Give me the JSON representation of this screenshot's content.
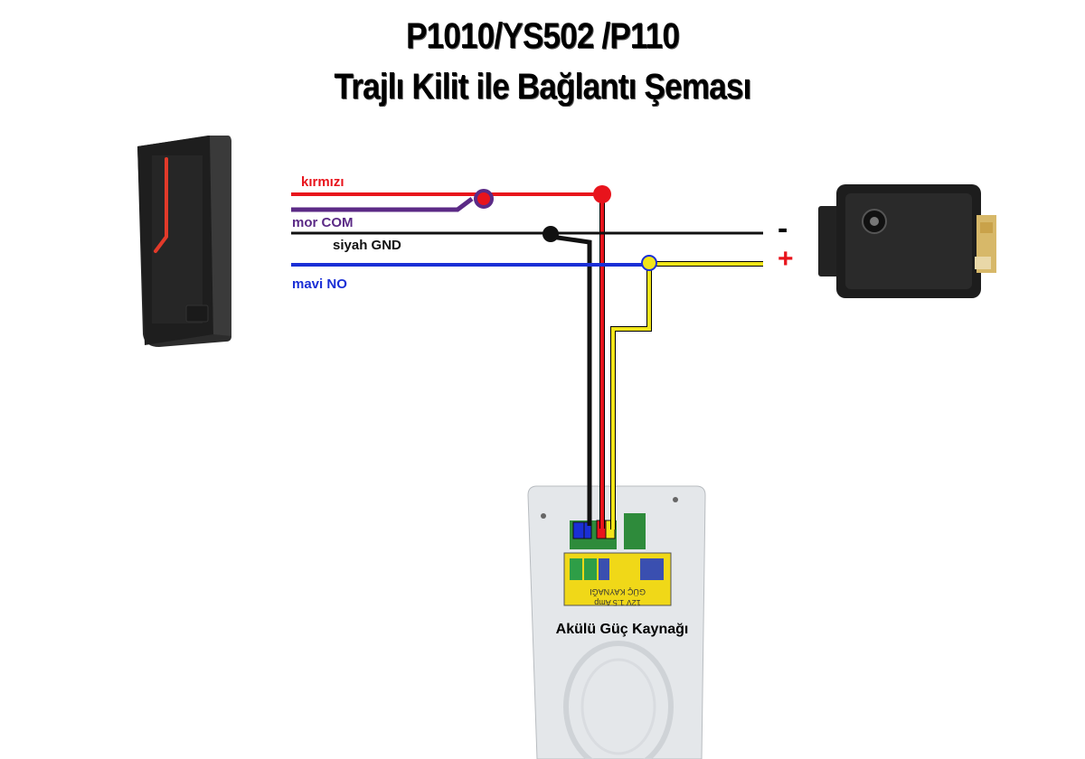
{
  "title": {
    "line1": "P1010/YS502 /P110",
    "line2": "Trajlı Kilit ile Bağlantı Şeması"
  },
  "wires": {
    "red": {
      "label": "kırmızı",
      "color": "#e8141c"
    },
    "purple": {
      "label": "mor COM",
      "color": "#5b2a86"
    },
    "black": {
      "label": "siyah GND",
      "color": "#111111"
    },
    "blue": {
      "label": "mavi NO",
      "color": "#1a2fd6"
    },
    "yellow": {
      "color": "#f2e51a"
    }
  },
  "lock_terminals": {
    "minus": "-",
    "plus": "+"
  },
  "power_supply": {
    "caption": "Akülü Güç Kaynağı",
    "sticker_line1": "GÜÇ KAYNAĞI",
    "sticker_line2": "12V 1.5 Amp"
  }
}
